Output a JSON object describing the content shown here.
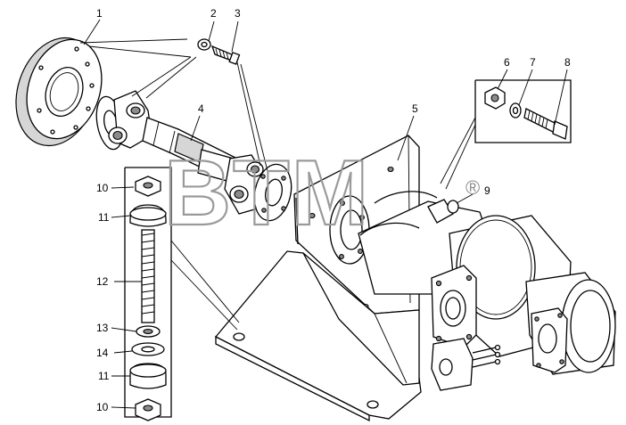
{
  "part_labels": [
    "1",
    "2",
    "3",
    "4",
    "5",
    "6",
    "7",
    "8",
    "9",
    "10",
    "11",
    "12",
    "13",
    "14",
    "11",
    "10"
  ],
  "watermark": {
    "text": "BTM",
    "mark": "®"
  }
}
